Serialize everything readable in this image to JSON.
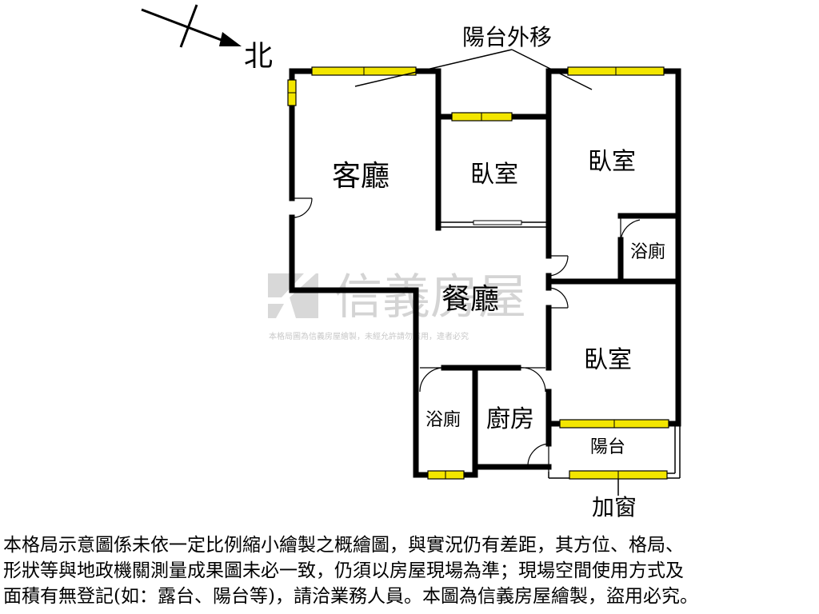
{
  "compass": {
    "north_label": "北"
  },
  "annotations": {
    "balcony_moved": "陽台外移",
    "added_window": "加窗"
  },
  "rooms": {
    "living_room": "客廳",
    "bedroom_small": "臥室",
    "bedroom_right": "臥室",
    "bathroom_right": "浴廁",
    "dining_room": "餐廳",
    "bedroom_lower": "臥室",
    "bathroom_lower": "浴廁",
    "kitchen": "廚房",
    "balcony": "陽台"
  },
  "watermark": {
    "brand": "信義房屋",
    "notice": "本格局圖為信義房屋繪製，未經允許請勿盜用，違者必究"
  },
  "disclaimer": {
    "line1": "本格局示意圖係未依一定比例縮小繪製之概繪圖，與實況仍有差距，其方位、格局、",
    "line2": "形狀等與地政機關測量成果圖未必一致，仍須以房屋現場為準；現場空間使用方式及",
    "line3": "面積有無登記(如：露台、陽台等)，請洽業務人員。本圖為信義房屋繪製，盜用必究。"
  }
}
